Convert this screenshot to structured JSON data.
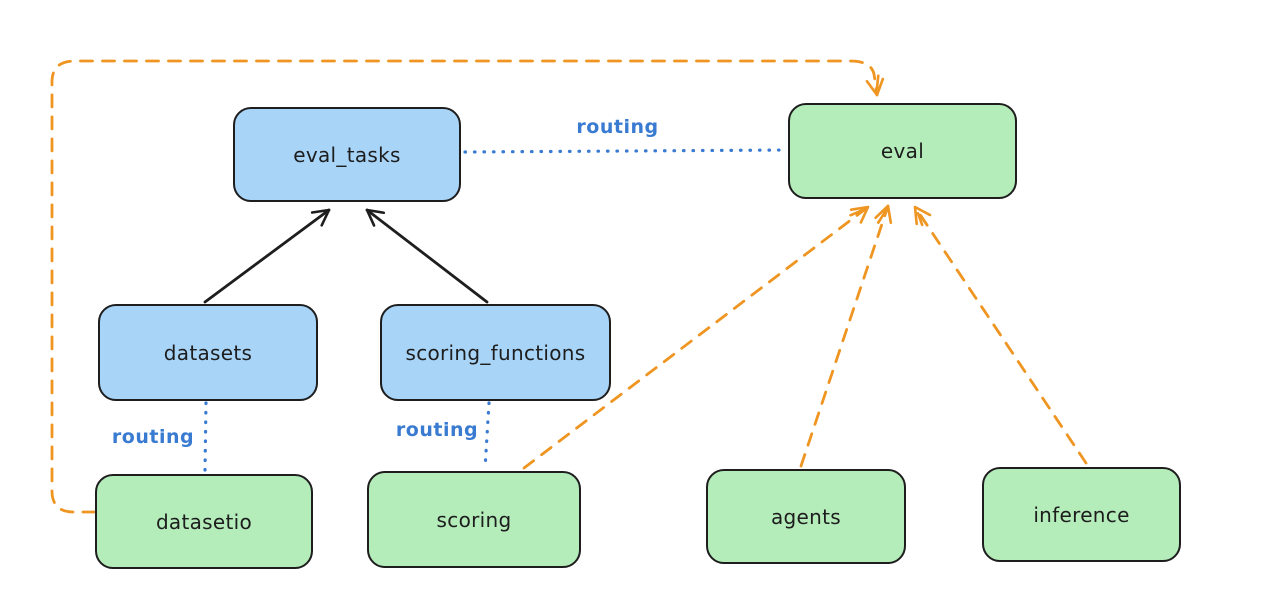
{
  "diagram": {
    "kind": "hand-drawn architecture diagram",
    "background": "white"
  },
  "colors": {
    "background": "#ffffff",
    "stroke": "#1e1e1e",
    "text": "#1d1d1d",
    "blue_fill": "#a8d4f8",
    "green_fill": "#b4ecba",
    "orange": "#ee9522",
    "blue_line": "#3a7bd2"
  },
  "nodes": {
    "eval_tasks": {
      "label": "eval_tasks",
      "color": "blue"
    },
    "eval": {
      "label": "eval",
      "color": "green"
    },
    "datasets": {
      "label": "datasets",
      "color": "blue"
    },
    "scoring_functions": {
      "label": "scoring_functions",
      "color": "blue"
    },
    "datasetio": {
      "label": "datasetio",
      "color": "green"
    },
    "scoring": {
      "label": "scoring",
      "color": "green"
    },
    "agents": {
      "label": "agents",
      "color": "green"
    },
    "inference": {
      "label": "inference",
      "color": "green"
    }
  },
  "edges": [
    {
      "from": "datasets",
      "to": "eval_tasks",
      "style": "solid",
      "color": "black",
      "arrow": true,
      "label": ""
    },
    {
      "from": "scoring_functions",
      "to": "eval_tasks",
      "style": "solid",
      "color": "black",
      "arrow": true,
      "label": ""
    },
    {
      "from": "eval_tasks",
      "to": "eval",
      "style": "dotted",
      "color": "blue",
      "arrow": false,
      "label": "routing"
    },
    {
      "from": "datasets",
      "to": "datasetio",
      "style": "dotted",
      "color": "blue",
      "arrow": false,
      "label": "routing"
    },
    {
      "from": "scoring_functions",
      "to": "scoring",
      "style": "dotted",
      "color": "blue",
      "arrow": false,
      "label": "routing"
    },
    {
      "from": "datasetio",
      "to": "eval",
      "style": "dashed",
      "color": "orange",
      "arrow": true,
      "label": ""
    },
    {
      "from": "scoring",
      "to": "eval",
      "style": "dashed",
      "color": "orange",
      "arrow": true,
      "label": ""
    },
    {
      "from": "agents",
      "to": "eval",
      "style": "dashed",
      "color": "orange",
      "arrow": true,
      "label": ""
    },
    {
      "from": "inference",
      "to": "eval",
      "style": "dashed",
      "color": "orange",
      "arrow": true,
      "label": ""
    }
  ]
}
